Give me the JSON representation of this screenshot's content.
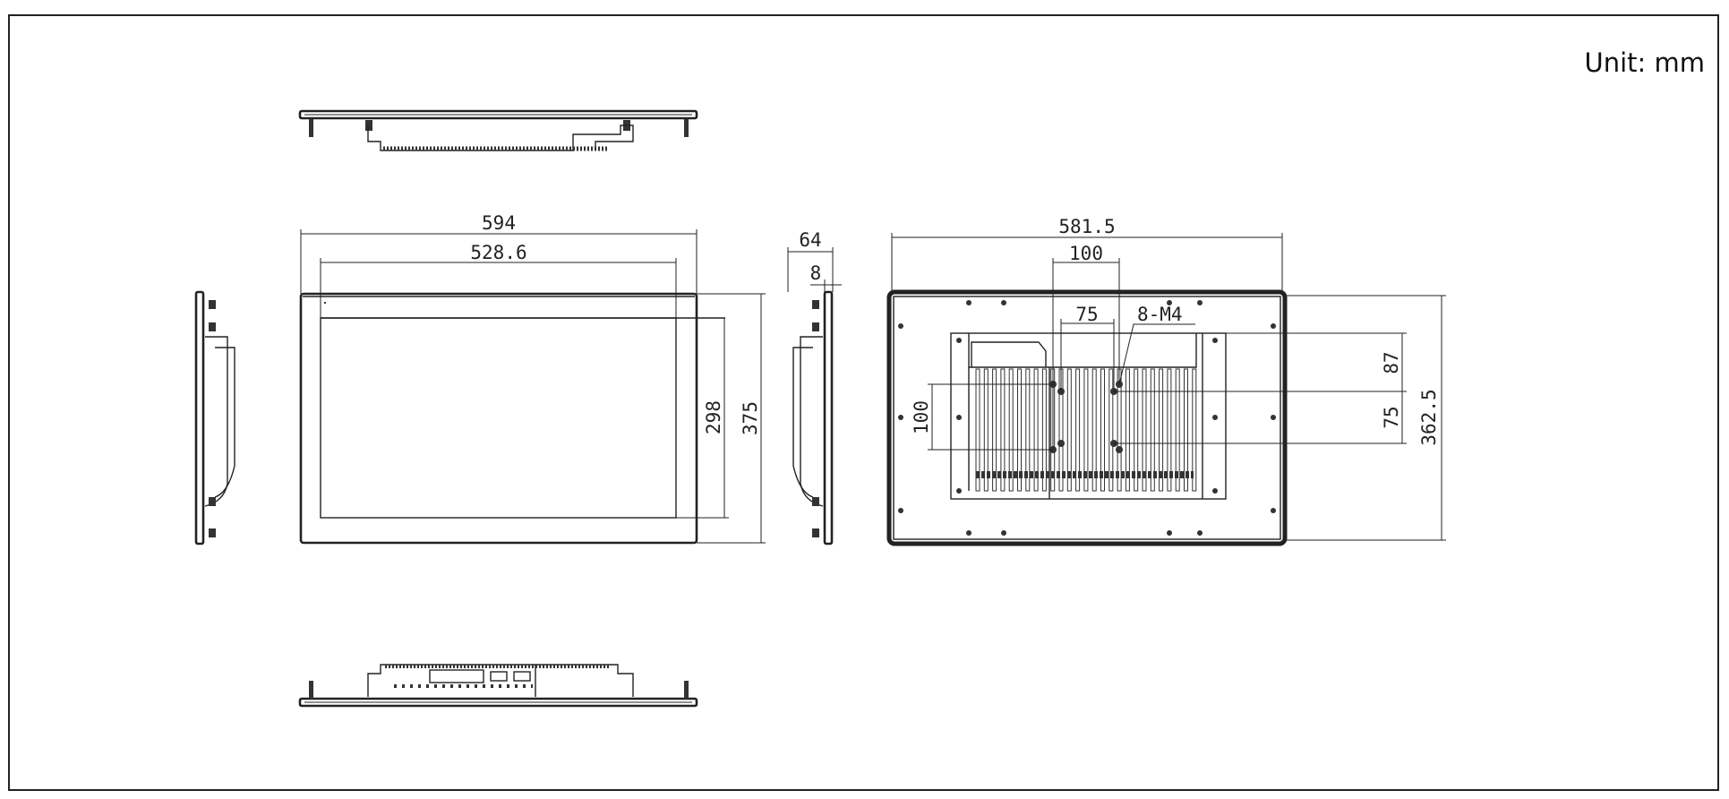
{
  "unit_label": "Unit: mm",
  "front_view": {
    "overall_width": "594",
    "display_width": "528.6",
    "display_height": "298",
    "overall_height": "375"
  },
  "side_view": {
    "depth": "64",
    "bezel_depth": "8"
  },
  "rear_view": {
    "cutout_width": "581.5",
    "vesa_100_h": "100",
    "vesa_75_h": "75",
    "screw_spec": "8-M4",
    "vesa_100_v": "100",
    "offset_top": "87",
    "vesa_75_v": "75",
    "cutout_height": "362.5"
  },
  "colors": {
    "line": "#222222",
    "background": "#ffffff"
  }
}
